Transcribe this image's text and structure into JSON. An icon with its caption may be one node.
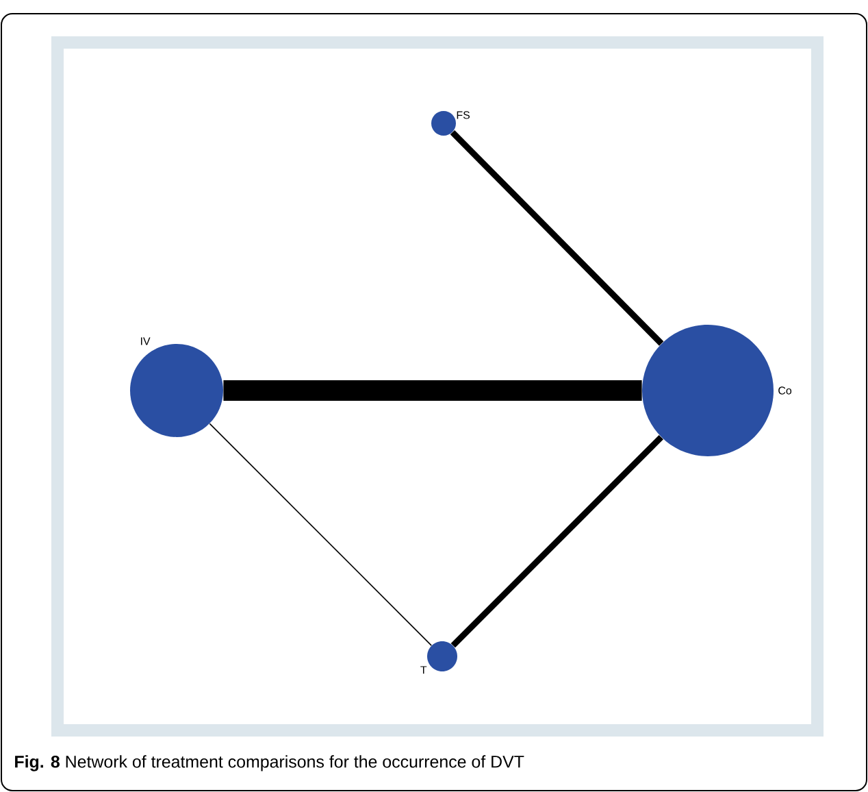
{
  "diagram": {
    "caption": "**Fig. 8** Network of treatment comparisons for the occurrence of DVT",
    "nodes": [
      {
        "text": [
          "FS"
        ]
      },
      {
        "text": [
          "IV"
        ]
      },
      {
        "text": [
          "Co"
        ]
      },
      {
        "text": [
          "T"
        ]
      }
    ],
    "edges": [
      {
        "from": 0,
        "to": 2,
        "arrow": "none"
      },
      {
        "from": 1,
        "to": 2,
        "arrow": "none",
        "style": "thick"
      },
      {
        "from": 1,
        "to": 3,
        "arrow": "none"
      },
      {
        "from": 3,
        "to": 2,
        "arrow": "none"
      }
    ]
  }
}
